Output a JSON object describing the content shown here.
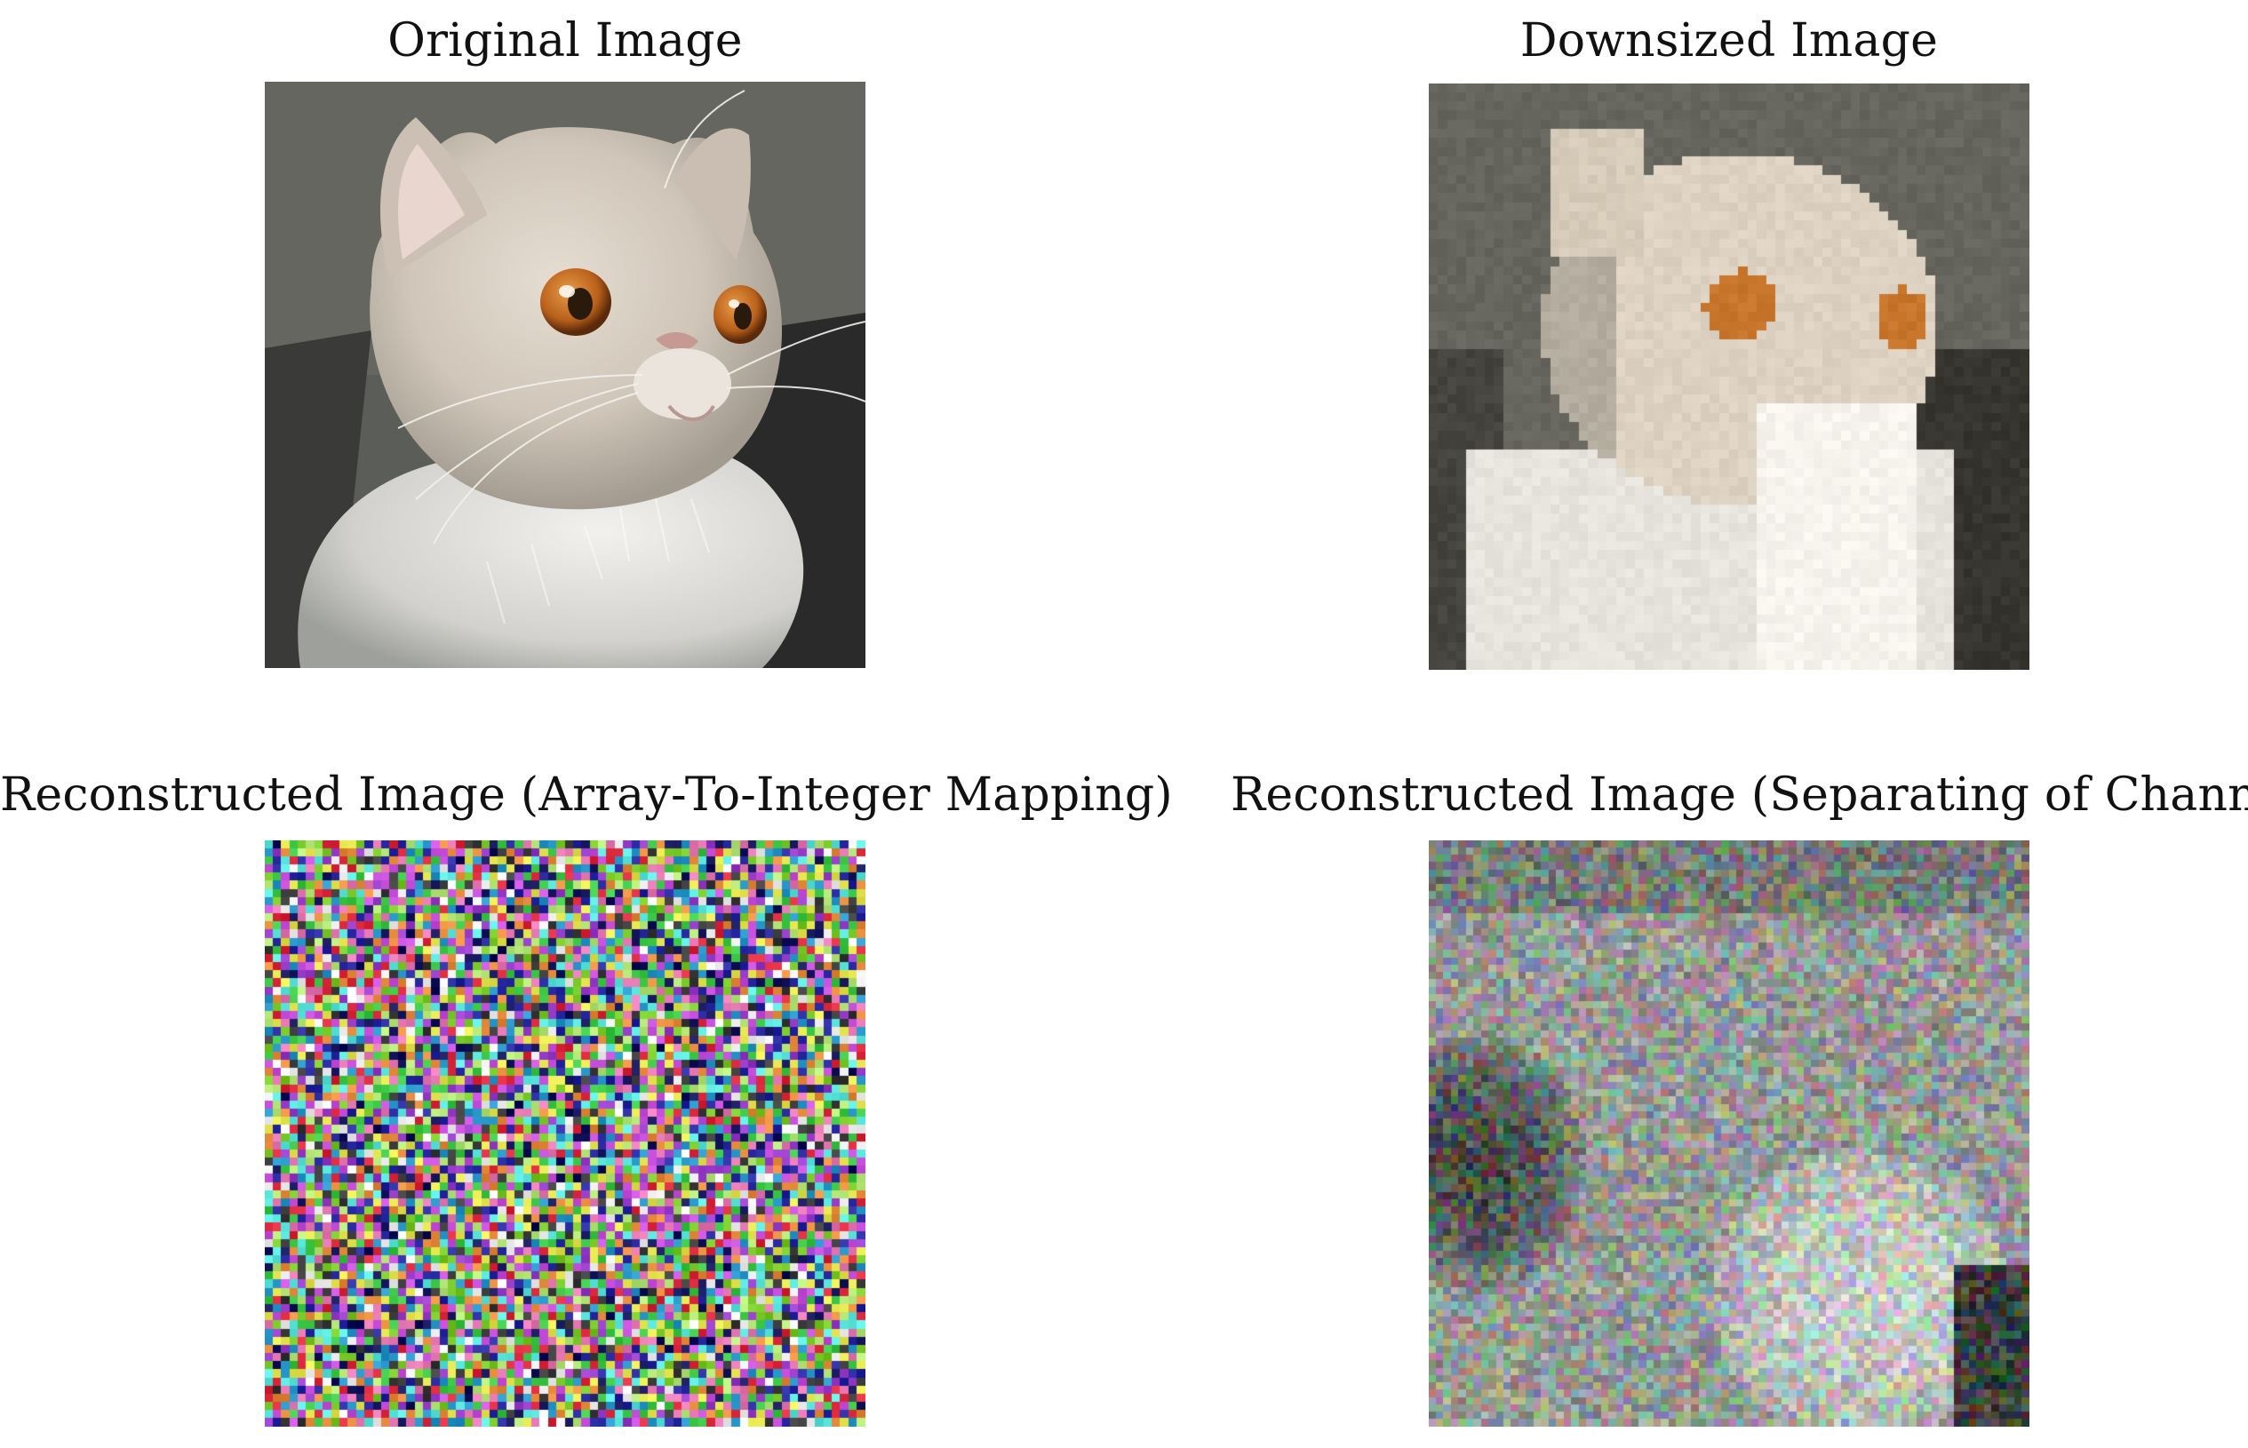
{
  "panels": {
    "original": {
      "title": "Original Image"
    },
    "downsized": {
      "title": "Downsized Image"
    },
    "reconstructed_array": {
      "title": "Reconstructed Image (Array-To-Integer Mapping)"
    },
    "reconstructed_channels": {
      "title": "Reconstructed Image (Separating of Channels)"
    }
  },
  "colors": {
    "background": "#ffffff",
    "wall": "#5a5c58",
    "sofa": "#2b2b2b",
    "fur_light": "#d9cfc4",
    "fur_shadow": "#9e978c",
    "chest": "#e6e6e4",
    "eye": "#c2691e",
    "pupil": "#2a1a0c"
  }
}
